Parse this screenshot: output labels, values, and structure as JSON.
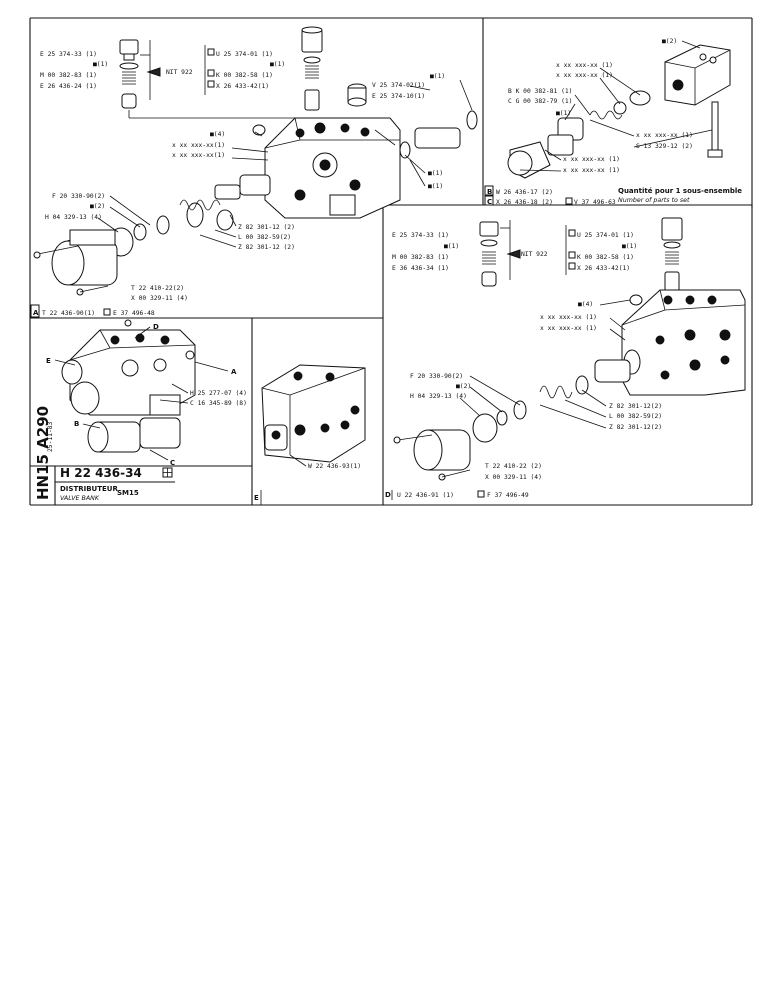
{
  "sheet_code": "HN15 A290",
  "date": "25-11-83",
  "title_block": {
    "part_number": "H 22 436-34",
    "name_fr": "DISTRIBUTEUR",
    "name_en": "VALVE BANK",
    "model": "SM15"
  },
  "panel_a": {
    "labels": [
      "E 25 374-33 (1)",
      "■(1)",
      "M 00 382-83 (1)",
      "E 26 436-24 (1)",
      "NIT 922",
      "U 25 374-01 (1)",
      "■(1)",
      "K 00 382-58 (1)",
      "X 26 433-42(1)",
      "V 25 374-02(1)",
      "E 25 374-10(1)",
      "■(1)",
      "■(4)",
      "x xx xxx-xx(1)",
      "x xx xxx-xx(1)",
      "■(1)",
      "■(1)",
      "F 20 330-90(2)",
      "■(2)",
      "H 04 329-13 (4)",
      "Z 82 301-12 (2)",
      "L 00 382-59(2)",
      "Z 82 301-12 (2)",
      "T 22 410-22(2)",
      "X 00 329-11 (4)"
    ],
    "footer": [
      "A",
      "T 22 436-90(1)",
      "E 37 496-48"
    ]
  },
  "panel_b": {
    "labels": [
      "■(2)",
      "x xx xxx-xx (1)",
      "x xx xxx-xx (1)",
      "B K 00 382-81 (1)",
      "C G 00 382-79 (1)",
      "■(1)",
      "x xx xxx-xx (1)",
      "x xx xxx-xx (1)",
      "x xx xxx-xx (1)",
      "S 13 329-12 (2)"
    ],
    "note_fr": "Quantité pour 1 sous-ensemble",
    "note_en": "Number of parts to set",
    "footer_b": [
      "B",
      "W 26 436-17 (2)"
    ],
    "footer_c": [
      "C",
      "X 26 436-18 (2)",
      "V 37 496-63"
    ]
  },
  "panel_d": {
    "labels": [
      "E 25 374-33 (1)",
      "■(1)",
      "M 00 382-83 (1)",
      "E 36 436-34 (1)",
      "NIT 922",
      "U 25 374-01 (1)",
      "■(1)",
      "K 00 382-58 (1)",
      "X 26 433-42(1)",
      "■(4)",
      "x xx xxx-xx (1)",
      "x xx xxx-xx (1)",
      "F 20 330-90(2)",
      "■(2)",
      "H 04 329-13 (4)",
      "Z 82 301-12(2)",
      "L 00 382-59(2)",
      "Z 82 301-12(2)",
      "T 22 410-22 (2)",
      "X 00 329-11 (4)"
    ],
    "footer": [
      "D",
      "U 22 436-91 (1)",
      "F 37 496-49"
    ]
  },
  "panel_overview": {
    "letters": [
      "D",
      "E",
      "A",
      "B",
      "C"
    ],
    "labels": [
      "H 25 277-07 (4)",
      "C 16 345-89 (8)"
    ]
  },
  "panel_e": {
    "labels": [
      "W 22 436-93(1)"
    ],
    "footer": [
      "E"
    ]
  }
}
